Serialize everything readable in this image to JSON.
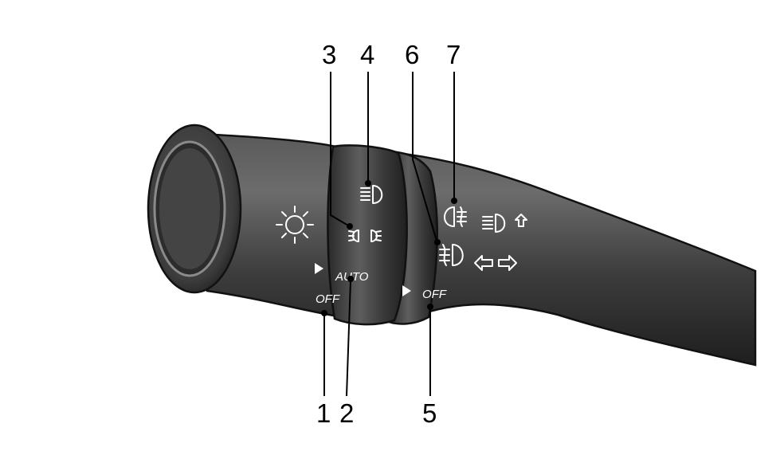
{
  "labels": {
    "auto": "AUTO",
    "off_headlight": "OFF",
    "off_foglight": "OFF"
  },
  "callouts": {
    "c1": "1",
    "c2": "2",
    "c3": "3",
    "c4": "4",
    "c5": "5",
    "c6": "6",
    "c7": "7"
  },
  "icons": [
    "light-switch-sun-icon",
    "parking-light-icon",
    "headlight-low-beam-icon",
    "front-fog-light-icon",
    "rear-fog-light-icon",
    "high-beam-flash-up-icon",
    "turn-signal-arrows-icon"
  ],
  "colors": {
    "lever_body": "#3f3f3f",
    "lever_highlight": "#6a6a6a",
    "lever_shadow": "#1c1c1c",
    "label_color": "#ffffff",
    "callout_color": "#000000"
  }
}
